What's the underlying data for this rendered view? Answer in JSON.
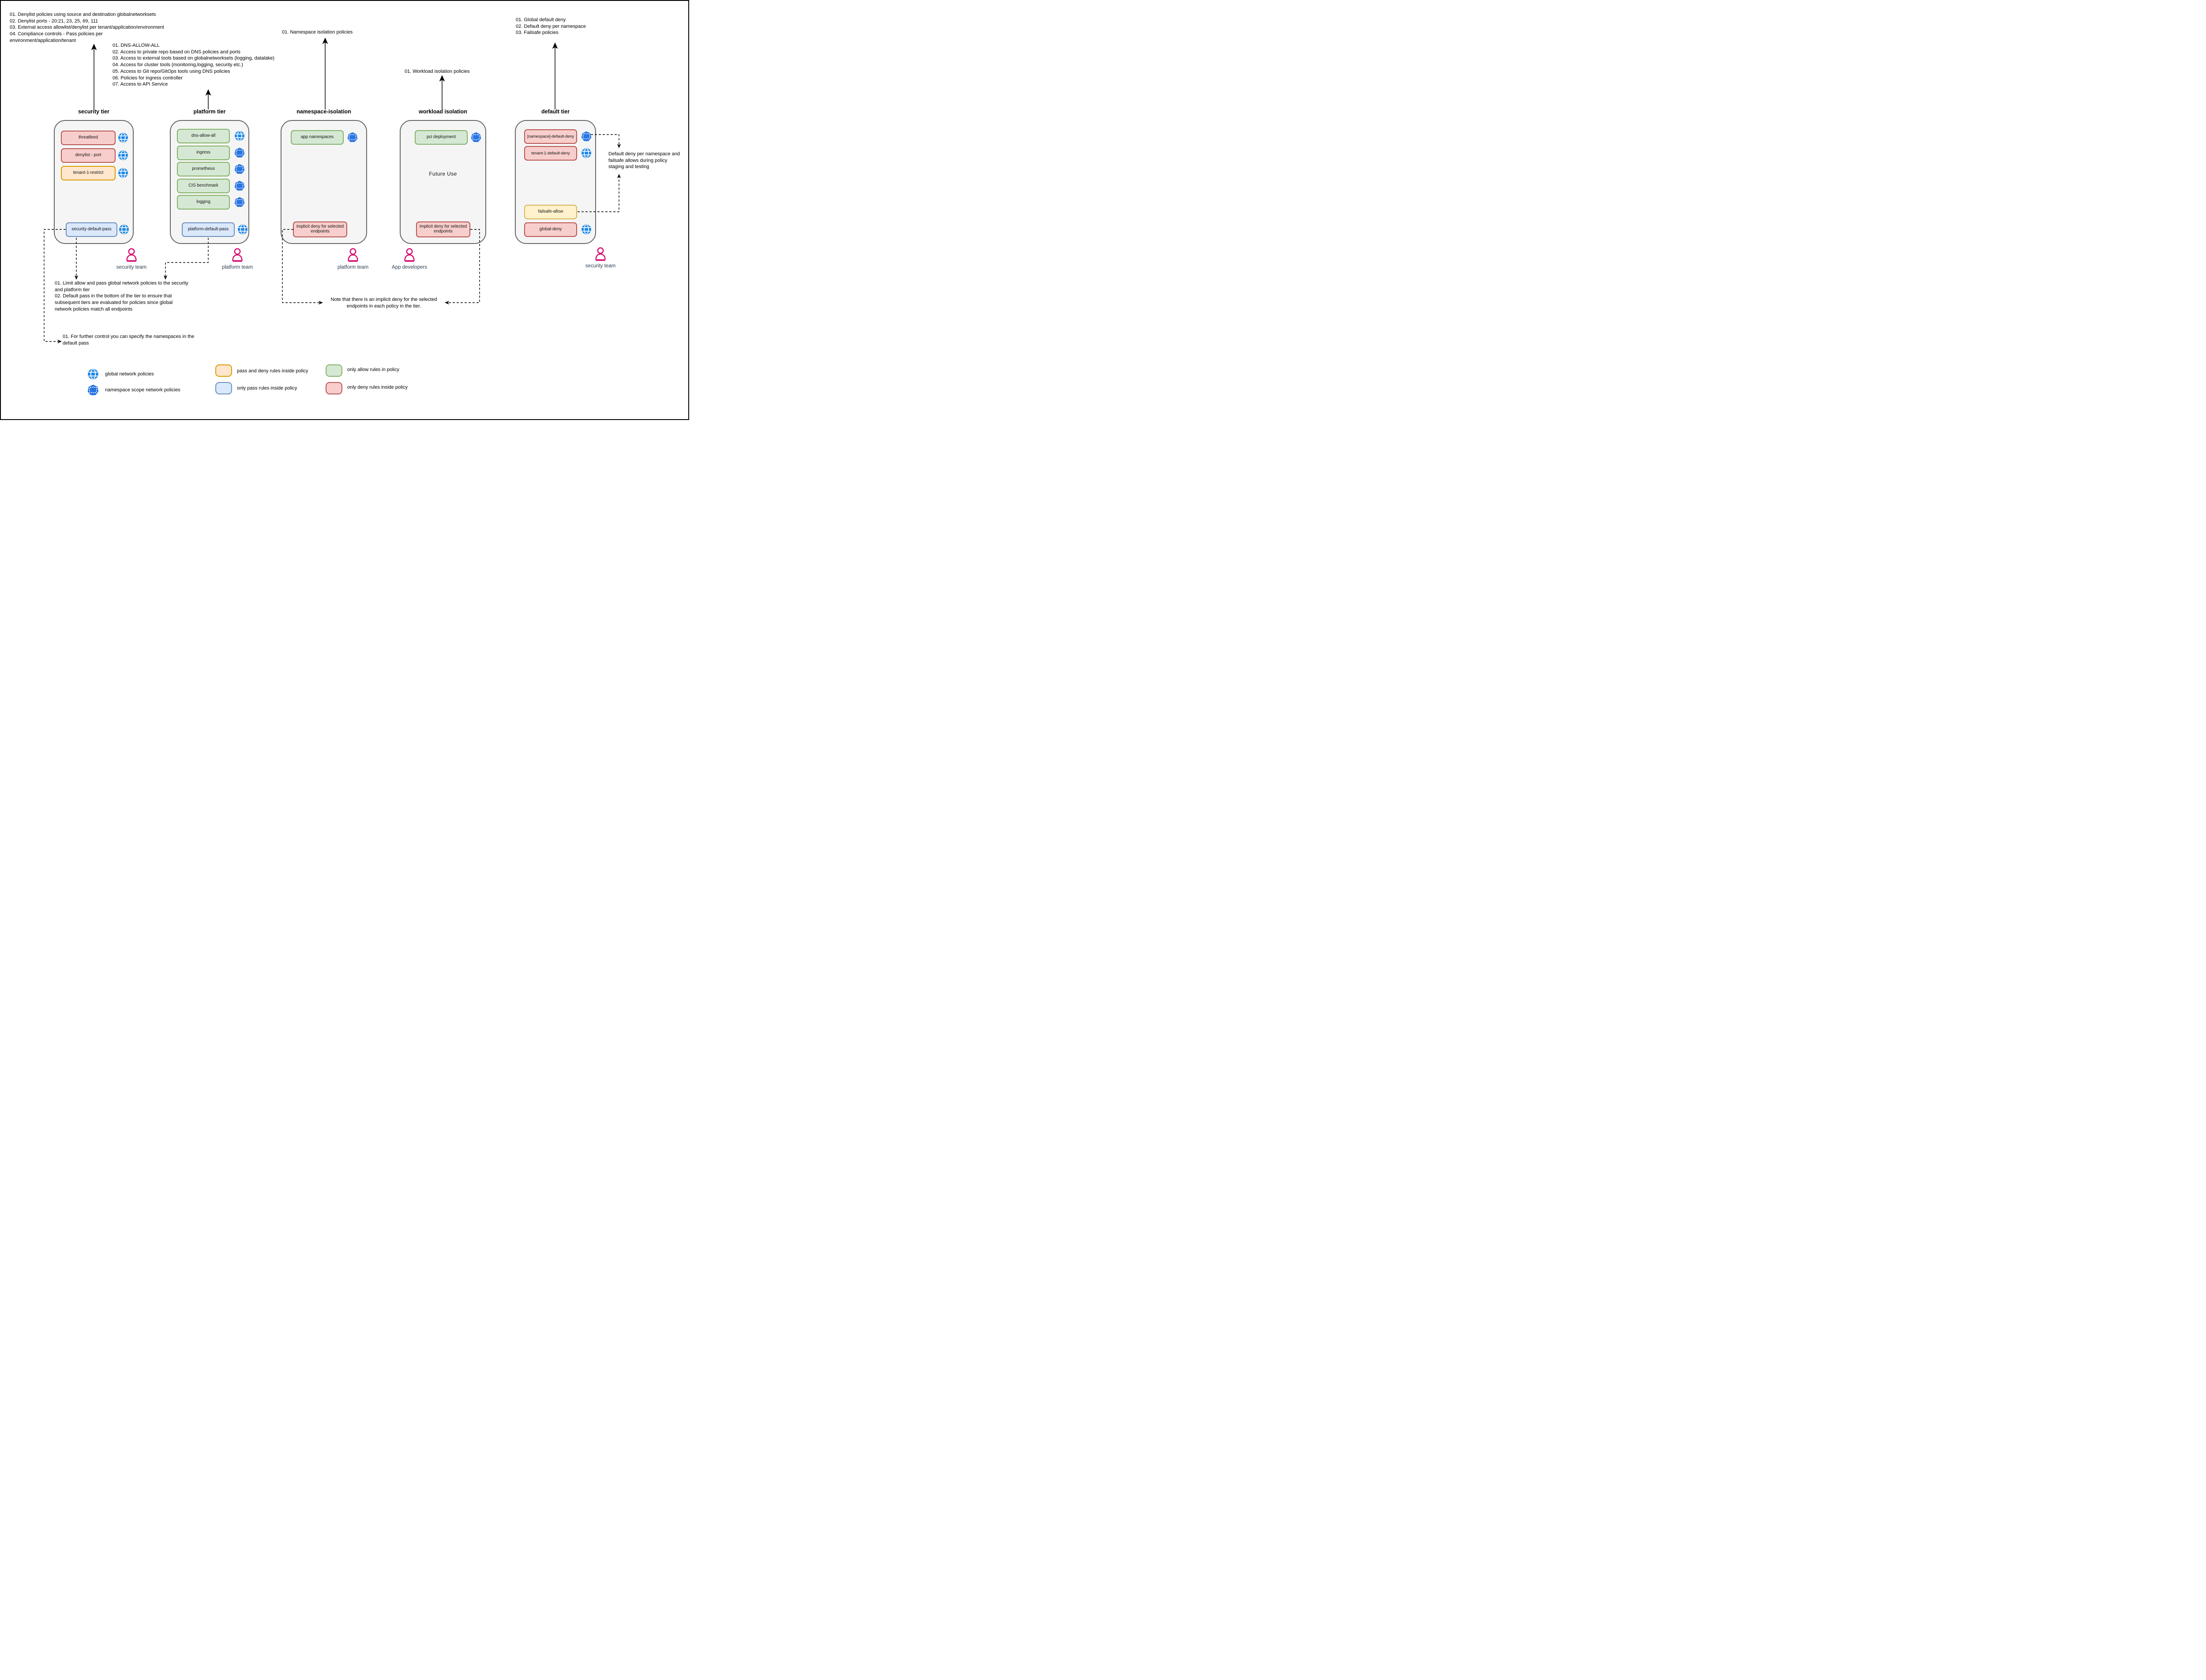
{
  "annotations": {
    "security_top": "01. Denylist policies using source and destination globalnetworksets\n02. Denylist ports - 20:21, 23, 25, 69, 111\n03. External access allowlist/denylist per tenant/application/environment\n04. Compliance controls - Pass policies per\nenvironment/application/tenant",
    "platform_top": "01. DNS-ALLOW-ALL\n02. Access to private repo based on DNS policies and ports\n03. Access to external tools based on globalnetworksets (logging, datalake)\n04. Access for cluster tools (monitoring,logging, security etc.)\n05. Access to Git repo/GitOps tools using DNS policies\n06. Policies for ingress controller\n07. Access to API Service",
    "namespace_top": "01. Namespace isolation policies",
    "workload_top": "01. Workload isolation policies",
    "default_top": "01. Global default deny\n02. Default deny per namespace\n03. Failsafe policies",
    "limit_note": "01. Limit allow and pass global network policies to the security\nand platform tier\n02. Default pass in the bottom of the tier to ensure that\nsubsequent tiers are evaluated for policies since global\nnetwork policies match all endpoints",
    "further_control_note": "01. For further control you can specify the namespaces in the\ndefault pass",
    "implicit_deny_note": "Note that there is an implicit deny for the selected\nendpoints in each policy in the tier.",
    "failsafe_note": "Default deny per namespace and\nfailsafe allows during policy\nstaging and testing"
  },
  "tiers": [
    {
      "title": "security tier",
      "boxes": [
        {
          "label": "threatfeed",
          "type": "deny",
          "icon": "globe"
        },
        {
          "label": "denylist - port",
          "type": "deny",
          "icon": "globe"
        },
        {
          "label": "tenant-1-restrict",
          "type": "passdeny",
          "icon": "globe"
        },
        {
          "label": "security-default-pass",
          "type": "pass",
          "icon": "globe"
        }
      ]
    },
    {
      "title": "platform tier",
      "boxes": [
        {
          "label": "dns-allow-all",
          "type": "allow",
          "icon": "globe"
        },
        {
          "label": "ingress",
          "type": "allow",
          "icon": "namespace"
        },
        {
          "label": "prometheus",
          "type": "allow",
          "icon": "namespace"
        },
        {
          "label": "CIS benchmark",
          "type": "allow",
          "icon": "namespace"
        },
        {
          "label": "logging",
          "type": "allow",
          "icon": "namespace"
        },
        {
          "label": "platform-default-pass",
          "type": "pass",
          "icon": "globe"
        }
      ]
    },
    {
      "title": "namespace-isolation",
      "boxes": [
        {
          "label": "app namespaces",
          "type": "allow",
          "icon": "namespace"
        },
        {
          "label": "implicit deny for selected endpoints",
          "type": "deny",
          "icon": "none"
        }
      ]
    },
    {
      "title": "workload isolation",
      "center_text": "Future Use",
      "boxes": [
        {
          "label": "pci deployment",
          "type": "allow",
          "icon": "namespace"
        },
        {
          "label": "implicit deny for selected endpoints",
          "type": "deny",
          "icon": "none"
        }
      ]
    },
    {
      "title": "default tier",
      "boxes": [
        {
          "label": "[namespace]-default-deny",
          "type": "deny",
          "icon": "namespace"
        },
        {
          "label": "tenant-1-default-deny",
          "type": "deny",
          "icon": "globe"
        },
        {
          "label": "failsafe-allow",
          "type": "failsafe",
          "icon": "none"
        },
        {
          "label": "global-deny",
          "type": "deny",
          "icon": "globe"
        }
      ]
    }
  ],
  "teams": [
    {
      "label": "security team"
    },
    {
      "label": "platform team"
    },
    {
      "label": "platform team"
    },
    {
      "label": "App developers"
    },
    {
      "label": "security team"
    }
  ],
  "legend": {
    "items": [
      {
        "icon": "globe-icon",
        "label": "global network policies"
      },
      {
        "icon": "namespace-icon",
        "label": "namespace scope network policies"
      },
      {
        "swatch": "passdeny",
        "label": "pass and deny rules inside policy"
      },
      {
        "swatch": "pass",
        "label": "only pass rules inside policy"
      },
      {
        "swatch": "allow",
        "label": "only allow rules in policy"
      },
      {
        "swatch": "deny",
        "label": "only deny rules inside policy"
      }
    ]
  },
  "colors": {
    "deny_fill": "#f8cecc",
    "deny_border": "#b85450",
    "passdeny_fill": "#ffe6cc",
    "passdeny_border": "#d79b00",
    "failsafe_fill": "#fff2cc",
    "failsafe_border": "#d6b656",
    "allow_fill": "#d5e8d4",
    "allow_border": "#82b366",
    "pass_fill": "#dae8fc",
    "pass_border": "#6c8ebf",
    "tier_fill": "#f5f5f5",
    "tier_border": "#666666",
    "globe_blue": "#1e88e5",
    "namespace_blue": "#2875e2",
    "person_pink": "#d6006e",
    "team_text": "#2d3e50"
  }
}
